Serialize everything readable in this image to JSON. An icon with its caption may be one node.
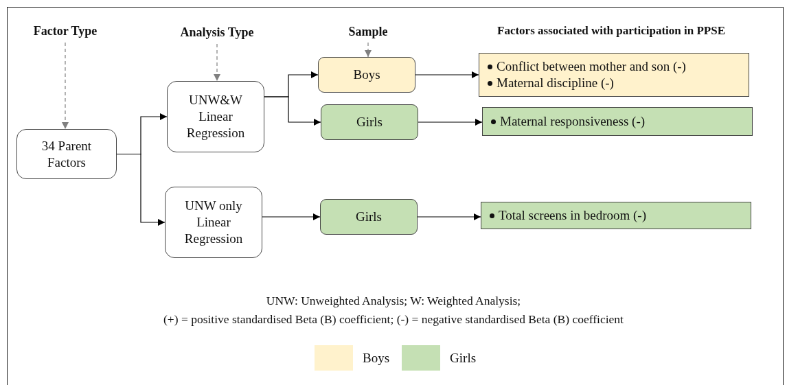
{
  "diagram": {
    "nodes": [
      {
        "text": [
          "Factor Type"
        ]
      },
      {
        "text": [
          "Analysis Type"
        ]
      },
      {
        "text": [
          "Sample"
        ]
      },
      {
        "text": [
          "34 Parent Factors"
        ]
      },
      {
        "text": [
          "UNW&W Linear Regression"
        ]
      },
      {
        "text": [
          "UNW only Linear Regression"
        ]
      },
      {
        "text": [
          "Boys"
        ]
      },
      {
        "text": [
          "Girls"
        ]
      },
      {
        "text": [
          "Girls"
        ]
      },
      {
        "text": [
          "Conflict between mother and son (-)",
          "Maternal discipline (-)"
        ]
      },
      {
        "text": [
          "Maternal responsiveness (-)"
        ]
      },
      {
        "text": [
          "Total screens in bedroom (-)"
        ]
      }
    ],
    "edges": [
      {
        "from": 0,
        "to": 3,
        "arrow": "to",
        "style": "dashed",
        "color": "#808080"
      },
      {
        "from": 1,
        "to": 4,
        "arrow": "to",
        "style": "dashed",
        "color": "#808080"
      },
      {
        "from": 2,
        "to": 6,
        "arrow": "to",
        "style": "dashed",
        "color": "#808080"
      },
      {
        "from": 3,
        "to": 4,
        "arrow": "to"
      },
      {
        "from": 3,
        "to": 5,
        "arrow": "to"
      },
      {
        "from": 4,
        "to": 6,
        "arrow": "to"
      },
      {
        "from": 4,
        "to": 7,
        "arrow": "to"
      },
      {
        "from": 5,
        "to": 8,
        "arrow": "to"
      },
      {
        "from": 6,
        "to": 9,
        "arrow": "to"
      },
      {
        "from": 7,
        "to": 10,
        "arrow": "to"
      },
      {
        "from": 8,
        "to": 11,
        "arrow": "to"
      }
    ],
    "labels": [
      "Factors associated with participation in PPSE",
      "UNW: Unweighted Analysis; W: Weighted Analysis;",
      "(+) = positive standardised Beta (B) coefficient; (-) = negative standardised Beta (B) coefficient"
    ],
    "legend": [
      {
        "text": "Boys",
        "color": "#fff2cc"
      },
      {
        "text": "Girls",
        "color": "#c5e0b4"
      }
    ]
  }
}
